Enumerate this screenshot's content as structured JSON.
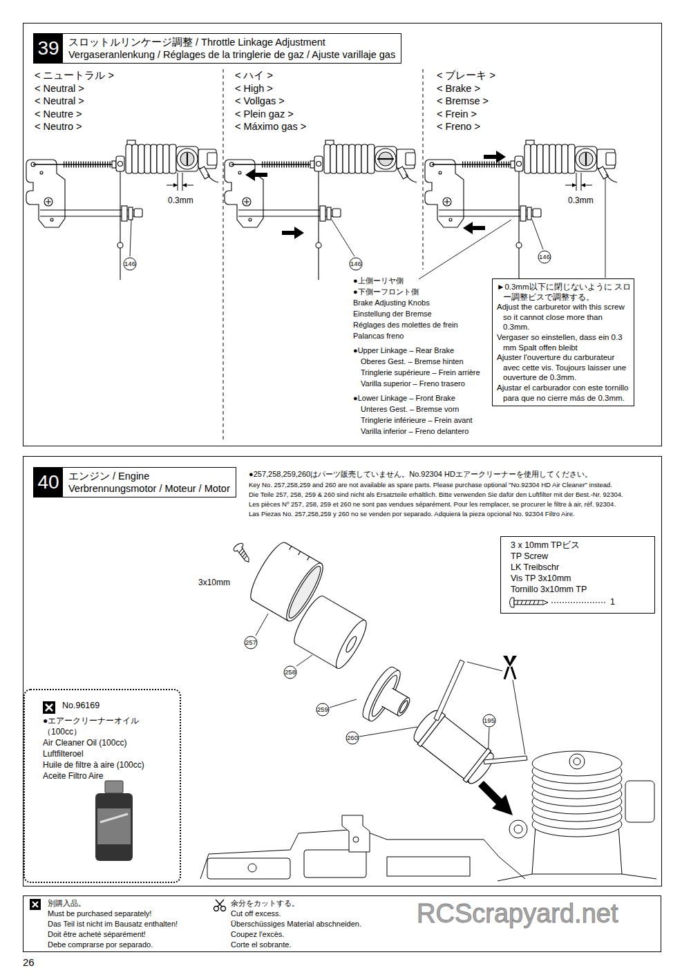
{
  "diagram": {
    "nodes": [
      {
        "text": [
          "スロットルリンケージ調整 / Throttle Linkage Adjustment",
          "Vergaseranlenkung / Réglages de la tringlerie de gaz / Ajuste varillaje gas"
        ]
      },
      {
        "text": [
          "39"
        ],
        "in": 0
      },
      {
        "text": [
          "146"
        ]
      },
      {
        "text": [
          "146"
        ]
      },
      {
        "text": [
          "146"
        ]
      },
      {
        "text": [
          "►0.3mm以下に閉じないように スロー調整ビスで調整する。",
          "Adjust the carburetor with this screw so it cannot close more than 0.3mm.",
          "Vergaser so einstellen, dass ein 0.3 mm Spalt offen bleibt",
          "Ajuster l'ouverture du carburateur avec cette vis. Toujours laisser une ouverture de 0.3mm.",
          "Ajustar el carburador con este tornillo para que no cierre más de 0.3mm."
        ]
      },
      {
        "text": [
          "エンジン / Engine",
          "Verbrennungsmotor / Moteur / Motor"
        ]
      },
      {
        "text": [
          "40"
        ],
        "in": 6
      },
      {
        "text": [
          "3 x 10mm TPビス",
          "TP Screw",
          "LK Treibschr",
          "Vis TP 3x10mm",
          "Tornillo 3x10mm TP",
          "1"
        ]
      },
      {
        "text": [
          "257"
        ]
      },
      {
        "text": [
          "258"
        ]
      },
      {
        "text": [
          "259"
        ]
      },
      {
        "text": [
          "260"
        ]
      },
      {
        "text": [
          "195"
        ]
      },
      {
        "text": [
          "No.96169",
          "●エアークリーナーオイル（100cc）",
          "Air Cleaner Oil (100cc)",
          "Luftfilteroel",
          "Huile de filtre à aire (100cc)",
          "Aceite Filtro Aire"
        ]
      },
      {
        "text": [
          "別購入品。",
          "Must be purchased separately!",
          "Das Teil ist nicht im Bausatz enthalten!",
          "Doit être acheté séparément!",
          "Debe comprarse por separado.",
          "余分をカットする。",
          "Cut off excess.",
          "Überschüssiges Material abschneiden.",
          "Coupez l'excès.",
          "Corte el sobrante."
        ]
      }
    ],
    "labels": [
      "< ニュートラル >",
      "< Neutral >",
      "< Neutral >",
      "< Neutre >",
      "< Neutro >",
      "< ハイ >",
      "< High >",
      "< Vollgas >",
      "< Plein gaz >",
      "< Máximo gas >",
      "< ブレーキ >",
      "< Brake >",
      "< Bremse >",
      "< Frein >",
      "< Freno >",
      "0.3mm",
      "0.3mm",
      "●上側ーリヤ側",
      "●下側ーフロント側",
      "Brake Adjusting Knobs",
      "Einstellung der Bremse",
      "Réglages des molettes de frein",
      "Palancas freno",
      "●Upper Linkage – Rear Brake",
      "Oberes Gest. – Bremse hinten",
      "Tringlerie supérieure – Frein arrière",
      "Varilla superior – Freno trasero",
      "●Lower Linkage – Front Brake",
      "Unteres Gest. – Bremse vorn",
      "Tringlerie inférieure – Frein avant",
      "Varilla inferior – Freno delantero",
      "●257,258,259,260はパーツ販売していません。No.92304 HDエアークリーナーを使用してください。",
      "Key No. 257,258,259 and 260 are not available as spare parts. Please purchase optional \"No.92304 HD Air Cleaner\" instead.",
      "Die Teile 257, 258, 259 & 260 sind nicht als Ersatzteile erhältlich. Bitte verwenden Sie dafür den Luftfilter mit der Best.-Nr. 92304.",
      "Les pièces Nº 257, 258, 259 et 260 ne sont pas vendues séparément. Pour les remplacer, se procurer le filtre à air, réf. 92304.",
      "Las Piezas No. 257,258,259 y 260 no se venden por separado. Adquiera la pieza opcional No. 92304 Filtro Aire.",
      "3x10mm",
      "26",
      "RCScrapyard.net"
    ]
  }
}
